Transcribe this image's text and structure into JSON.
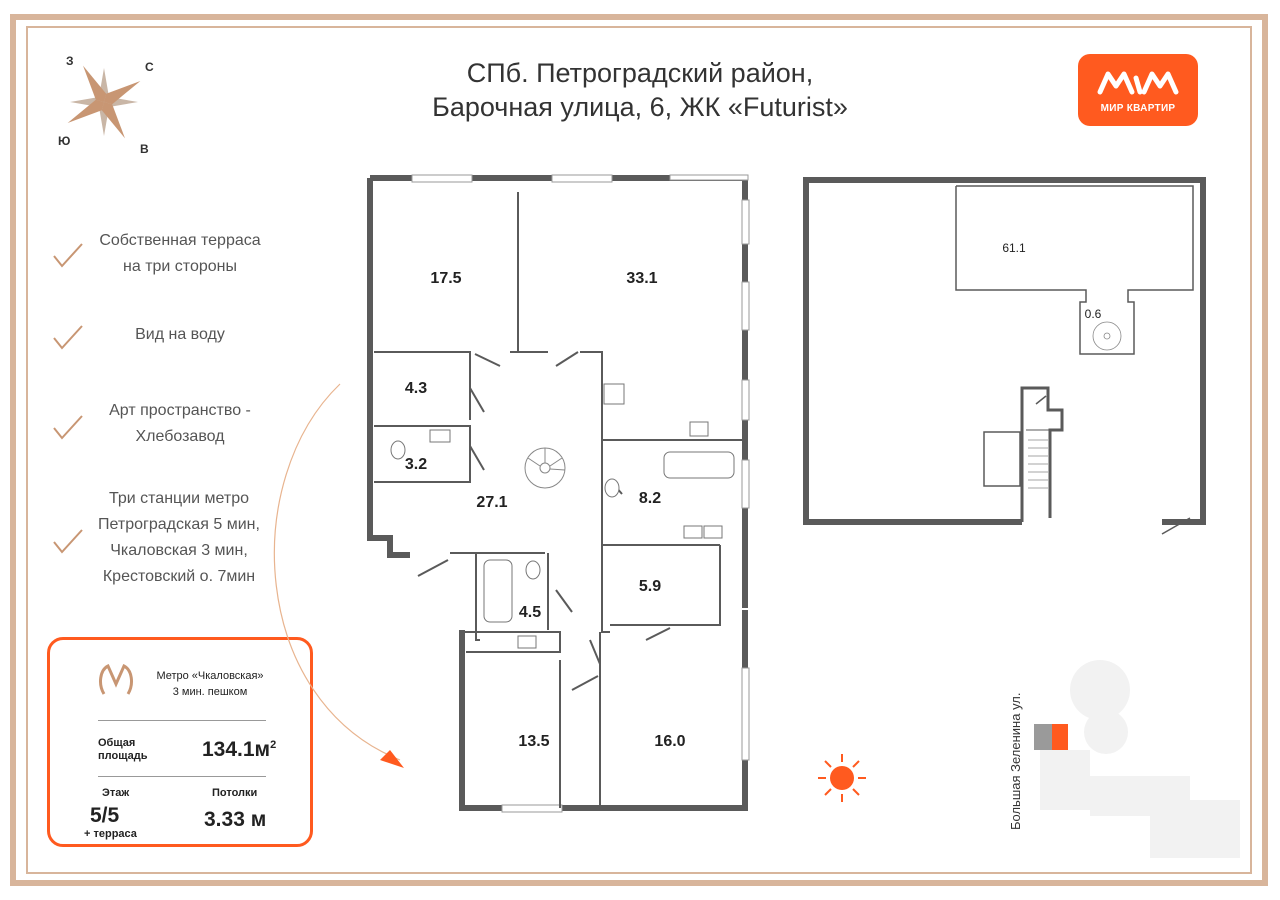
{
  "header": {
    "title_line1": "СПб. Петроградский район,",
    "title_line2": "Барочная улица, 6, ЖК «Futurist»"
  },
  "brand": {
    "logo_text": "МИР КВАРТИР",
    "accent": "#ff5a1f",
    "frame_color": "#d8b59b"
  },
  "compass": {
    "north": "С",
    "west": "З",
    "south": "Ю",
    "east": "В"
  },
  "features": [
    {
      "line1": "Собственная терраса",
      "line2": "на три стороны"
    },
    {
      "line1": "Вид на воду"
    },
    {
      "line1": "Арт пространство -",
      "line2": "Хлебозавод"
    },
    {
      "line1": "Три станции метро",
      "line2": "Петроградская 5 мин,",
      "line3": "Чкаловская 3 мин,",
      "line4": "Крестовский о. 7мин"
    }
  ],
  "info": {
    "metro_name": "Метро «Чкаловская»",
    "metro_time": "3 мин. пешком",
    "area_label_1": "Общая",
    "area_label_2": "площадь",
    "area_value": "134.1м",
    "area_sup": "2",
    "floor_label": "Этаж",
    "floor_value": "5/5",
    "floor_note": "+ терраса",
    "ceiling_label": "Потолки",
    "ceiling_value": "3.33 м"
  },
  "rooms": {
    "r17_5": "17.5",
    "r33_1": "33.1",
    "r4_3": "4.3",
    "r3_2": "3.2",
    "r27_1": "27.1",
    "r8_2": "8.2",
    "r5_9": "5.9",
    "r4_5": "4.5",
    "r13_5": "13.5",
    "r16_0": "16.0",
    "r61_1": "61.1",
    "r0_6": "0.6"
  },
  "map": {
    "street_name": "Большая Зеленина ул."
  }
}
